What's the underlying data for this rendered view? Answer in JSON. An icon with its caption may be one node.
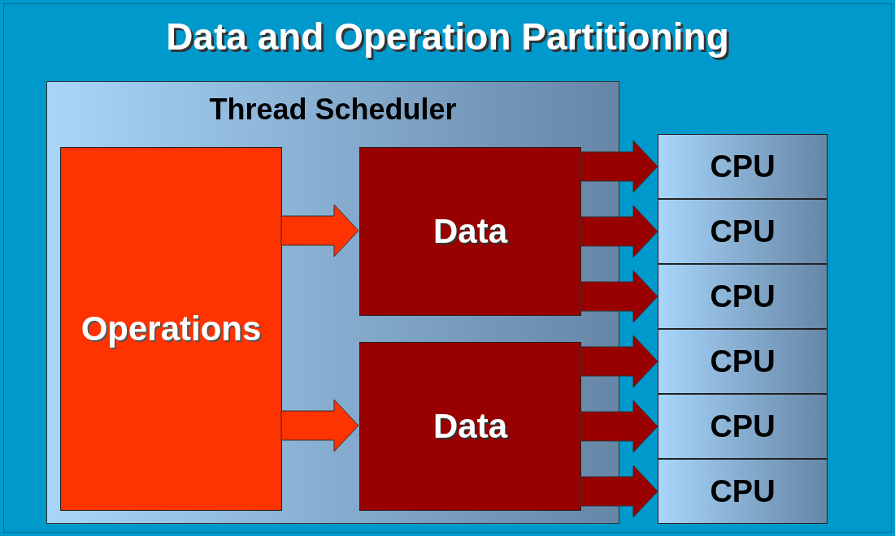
{
  "diagram": {
    "title": "Data and Operation Partitioning",
    "nodes": [
      {
        "text": [
          "Thread Scheduler"
        ]
      },
      {
        "text": [
          "Operations"
        ],
        "in": 0
      },
      {
        "text": [
          "Data"
        ],
        "in": 0
      },
      {
        "text": [
          "Data"
        ],
        "in": 0
      },
      {
        "text": [
          "CPU"
        ]
      },
      {
        "text": [
          "CPU"
        ]
      },
      {
        "text": [
          "CPU"
        ]
      },
      {
        "text": [
          "CPU"
        ]
      },
      {
        "text": [
          "CPU"
        ]
      },
      {
        "text": [
          "CPU"
        ]
      }
    ],
    "edges": [
      {
        "from": 1,
        "to": 2,
        "arrow": "to",
        "color": "#ff3300"
      },
      {
        "from": 1,
        "to": 3,
        "arrow": "to",
        "color": "#ff3300"
      },
      {
        "from": 2,
        "to": 4,
        "arrow": "to"
      },
      {
        "from": 2,
        "to": 5,
        "arrow": "to"
      },
      {
        "from": 2,
        "to": 6,
        "arrow": "to"
      },
      {
        "from": 3,
        "to": 7,
        "arrow": "to"
      },
      {
        "from": 3,
        "to": 8,
        "arrow": "to"
      },
      {
        "from": 3,
        "to": 9,
        "arrow": "to"
      }
    ]
  }
}
